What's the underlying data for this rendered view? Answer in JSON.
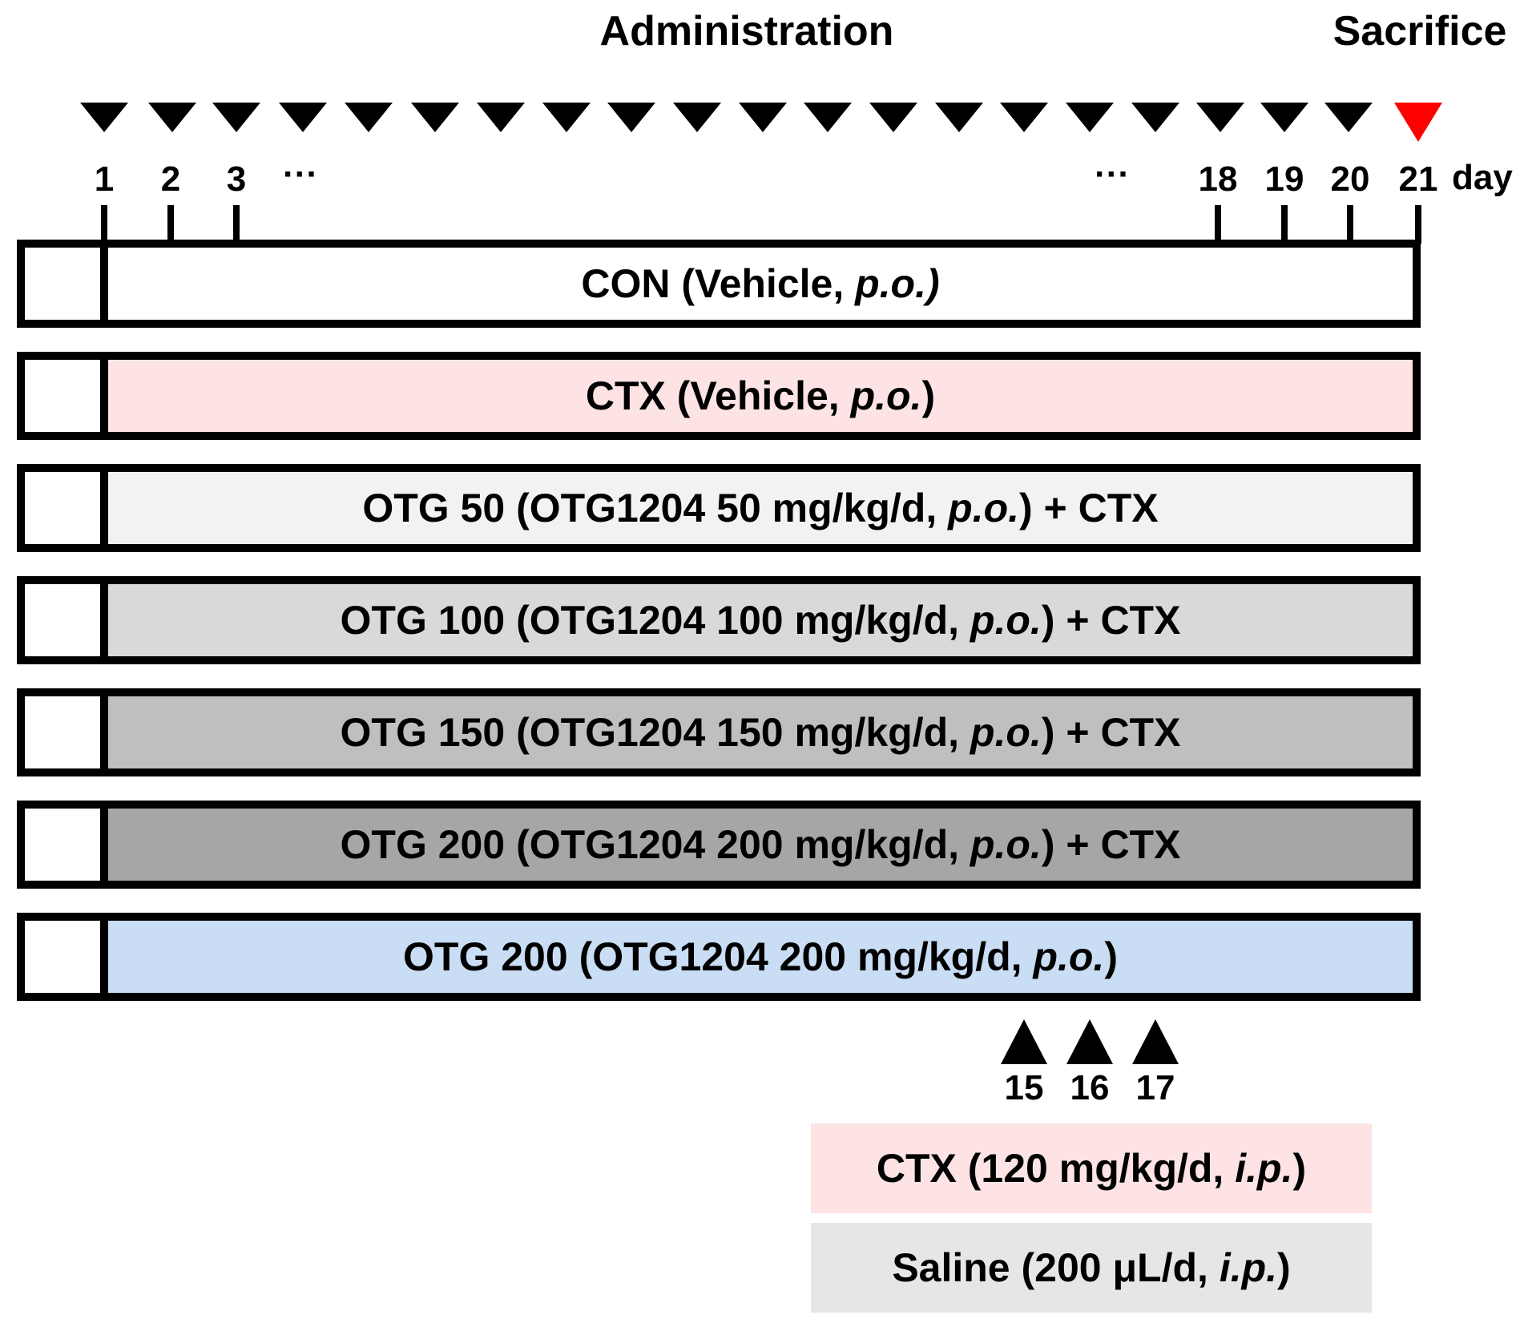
{
  "header": {
    "administration": "Administration",
    "sacrifice": "Sacrifice",
    "day_unit": "day"
  },
  "timeline": {
    "day_labels": [
      "1",
      "2",
      "3",
      "18",
      "19",
      "20",
      "21"
    ],
    "ellipsis": "···",
    "marker_count": 21
  },
  "groups": [
    {
      "parts": [
        {
          "text": "CON (Vehicle, "
        },
        {
          "text": "p.o.)",
          "italic": true
        }
      ],
      "fill": "#ffffff"
    },
    {
      "parts": [
        {
          "text": "CTX (Vehicle, "
        },
        {
          "text": "p.o.",
          "italic": true
        },
        {
          "text": ")"
        }
      ],
      "fill": "#fde3e4"
    },
    {
      "parts": [
        {
          "text": "OTG 50 (OTG1204 50 mg/kg/d, "
        },
        {
          "text": "p.o.",
          "italic": true
        },
        {
          "text": ") + CTX"
        }
      ],
      "fill": "#f2f2f2"
    },
    {
      "parts": [
        {
          "text": "OTG 100 (OTG1204 100 mg/kg/d, "
        },
        {
          "text": "p.o.",
          "italic": true
        },
        {
          "text": ") + CTX"
        }
      ],
      "fill": "#d9d9d9"
    },
    {
      "parts": [
        {
          "text": "OTG 150 (OTG1204 150 mg/kg/d, "
        },
        {
          "text": "p.o.",
          "italic": true
        },
        {
          "text": ") + CTX"
        }
      ],
      "fill": "#bfbfbf"
    },
    {
      "parts": [
        {
          "text": "OTG 200 (OTG1204 200 mg/kg/d, "
        },
        {
          "text": "p.o.",
          "italic": true
        },
        {
          "text": ") + CTX"
        }
      ],
      "fill": "#a6a6a6"
    },
    {
      "parts": [
        {
          "text": "OTG 200 (OTG1204 200 mg/kg/d, "
        },
        {
          "text": "p.o.",
          "italic": true
        },
        {
          "text": ")"
        }
      ],
      "fill": "#c9ddf4"
    }
  ],
  "injections": {
    "day_labels": [
      "15",
      "16",
      "17"
    ]
  },
  "legend": [
    {
      "parts": [
        {
          "text": "CTX (120 mg/kg/d, "
        },
        {
          "text": "i.p.",
          "italic": true
        },
        {
          "text": ")"
        }
      ],
      "fill": "#fde3e4"
    },
    {
      "parts": [
        {
          "text": "Saline (200 μL/d, "
        },
        {
          "text": "i.p.",
          "italic": true
        },
        {
          "text": ")"
        }
      ],
      "fill": "#e6e6e6"
    }
  ],
  "colors": {
    "sacrifice": "#ff0000",
    "marker": "#000000"
  }
}
